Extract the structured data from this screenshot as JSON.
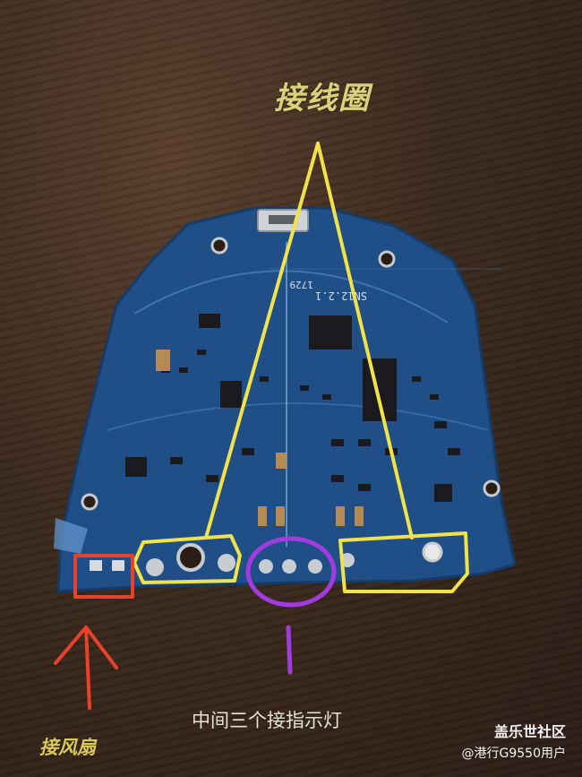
{
  "annotations": {
    "coil": "接线圈",
    "indicator_lights": "中间三个接指示灯",
    "fan": "接风扇"
  },
  "pcb_silkscreen": {
    "model": "SN12.2.1",
    "date_code": "1729"
  },
  "watermark": {
    "site": "盖乐世社区",
    "user": "@港行G9550用户"
  },
  "colors": {
    "background_wood": "#3b2a1e",
    "pcb_blue": "#1f4f86",
    "coil_marker_yellow": "#f2e24a",
    "indicator_marker_purple": "#a23be0",
    "fan_marker_red": "#e8412c"
  }
}
